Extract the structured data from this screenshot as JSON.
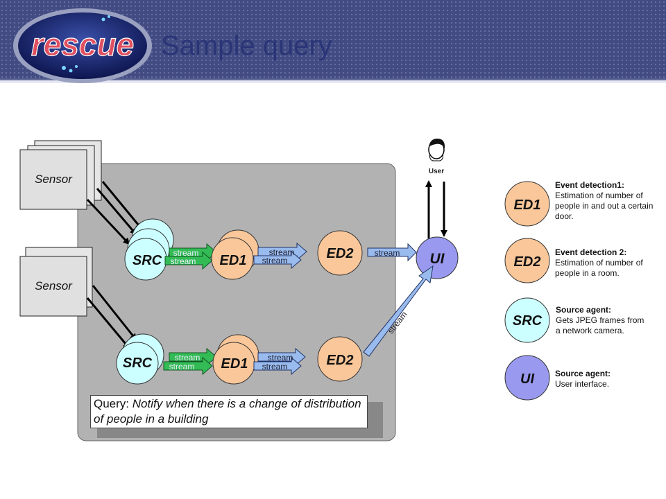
{
  "slide": {
    "title": "Sample query",
    "logo_text": "rescue"
  },
  "diagram": {
    "sensor_label": "Sensor",
    "user_label": "User",
    "nodes": {
      "src": "SRC",
      "ed1": "ED1",
      "ed2": "ED2",
      "ui": "UI"
    },
    "stream_label": "stream"
  },
  "legend": [
    {
      "node": "ED1",
      "title": "Event detection1:",
      "desc": "Estimation of number of people in and out a certain door."
    },
    {
      "node": "ED2",
      "title": "Event detection 2:",
      "desc": "Estimation of number of people in a room."
    },
    {
      "node": "SRC",
      "title": "Source agent:",
      "desc": "Gets JPEG frames from a network camera."
    },
    {
      "node": "UI",
      "title": "Source agent:",
      "desc": "User interface."
    }
  ],
  "query": {
    "prefix": "Query:",
    "text": "Notify when there is a change of distribution of people in a building"
  },
  "colors": {
    "ed": "#f9c79a",
    "src": "#ccffff",
    "ui": "#9999f0",
    "green_stream": "#33bb55",
    "blue_stream": "#99bbee",
    "panel": "#b2b2b2",
    "title": "#2a3577"
  }
}
